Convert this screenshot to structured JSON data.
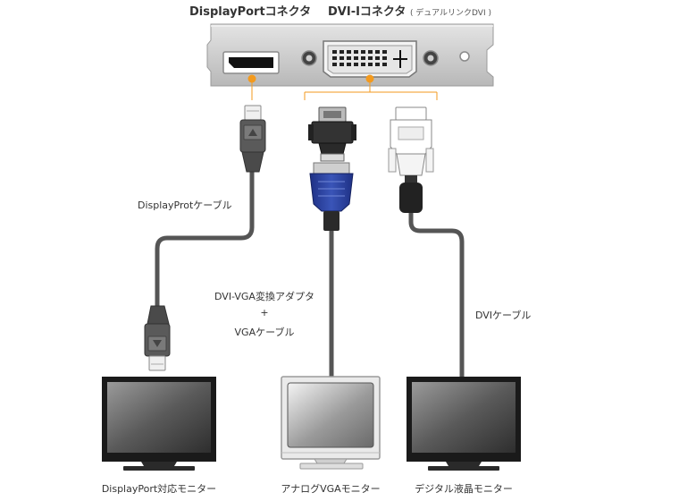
{
  "labels": {
    "dp_connector": "DisplayPortコネクタ",
    "dvi_connector": "DVI-Iコネクタ",
    "dvi_connector_note": "( デュアルリンクDVI )",
    "dp_cable": "DisplayProtケーブル",
    "adapter_line1": "DVI-VGA変換アダプタ",
    "adapter_plus": "+",
    "adapter_line2": "VGAケーブル",
    "dvi_cable": "DVIケーブル",
    "monitor_dp": "DisplayPort対応モニター",
    "monitor_vga": "アナログVGAモニター",
    "monitor_lcd": "デジタル液晶モニター"
  },
  "colors": {
    "accent": "#f39a1e",
    "vga_blue": "#2a3f9a",
    "cable": "#555555",
    "bracket": "#c9c9c9"
  }
}
